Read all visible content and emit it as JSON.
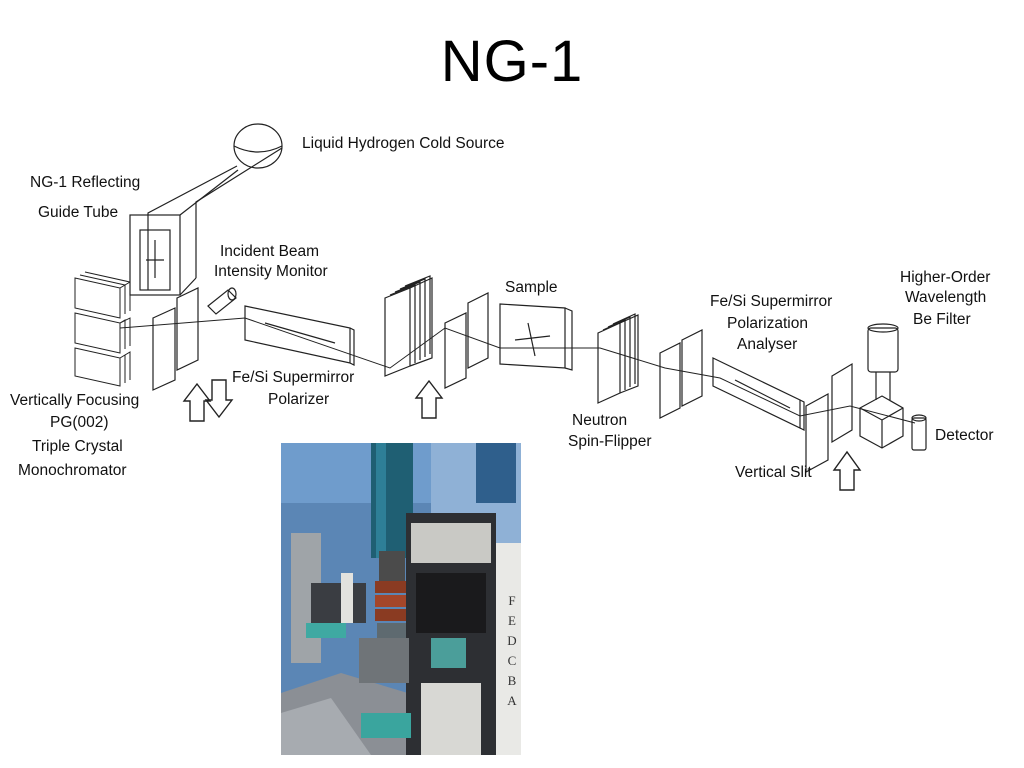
{
  "slide": {
    "title": "NG-1"
  },
  "diagram": {
    "labels": {
      "cold_source": "Liquid Hydrogen Cold Source",
      "guide_tube_1": "NG-1 Reflecting",
      "guide_tube_2": "Guide Tube",
      "monitor_1": "Incident Beam",
      "monitor_2": "Intensity Monitor",
      "sample": "Sample",
      "filter_1": "Higher-Order",
      "filter_2": "Wavelength",
      "filter_3": "Be Filter",
      "analyser_1": "Fe/Si Supermirror",
      "analyser_2": "Polarization",
      "analyser_3": "Analyser",
      "polarizer_1": "Fe/Si Supermirror",
      "polarizer_2": "Polarizer",
      "mono_1": "Vertically Focusing",
      "mono_2": "PG(002)",
      "mono_3": "Triple Crystal",
      "mono_4": "Monochromator",
      "flipper_1": "Neutron",
      "flipper_2": "Spin-Flipper",
      "detector": "Detector",
      "slit": "Vertical Slit"
    }
  },
  "photo": {
    "rack_letters": [
      "F",
      "E",
      "D",
      "C",
      "B",
      "A"
    ]
  }
}
